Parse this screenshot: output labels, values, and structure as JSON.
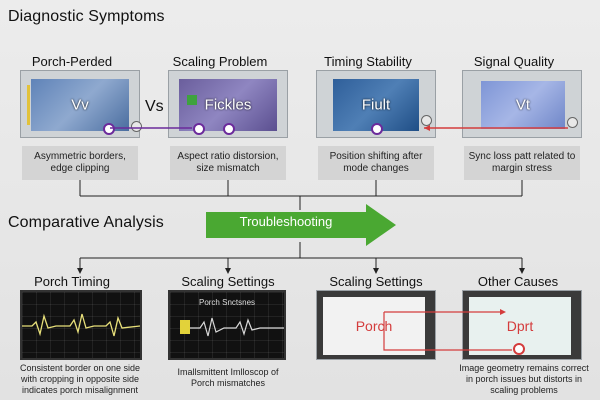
{
  "sections": {
    "diagnostic_title": "Diagnostic Symptoms",
    "comparative_title": "Comparative Analysis"
  },
  "center_banner": {
    "label": "Troubleshooting",
    "color": "#4aa832"
  },
  "top_panels": [
    {
      "title": "Porch-Perded",
      "screen_text": "Vv",
      "caption": "Asymmetric borders, edge clipping"
    },
    {
      "title": "Scaling Problem",
      "screen_text": "Fickles",
      "caption": "Aspect ratio distorsion, size mismatch"
    },
    {
      "title": "Timing Stability",
      "screen_text": "Fiult",
      "caption": "Position shifting after mode changes"
    },
    {
      "title": "Signal Quality",
      "screen_text": "Vt",
      "caption": "Sync loss patt related to margin stress"
    }
  ],
  "vs_label": "Vs",
  "bottom_panels": [
    {
      "title": "Porch Timing",
      "caption": "Consistent border on one side with cropping in opposite side indicates porch misalignment"
    },
    {
      "title": "Scaling Settings",
      "scope_label": "Porch Snctsnes",
      "caption": "Imallsmittent Imlloscop of Porch mismatches"
    },
    {
      "title": "Scaling Settings",
      "screen_text": "Porch",
      "caption": ""
    },
    {
      "title": "Other Causes",
      "screen_text": "Dprt",
      "caption": "Image geometry remains correct in porch issues but distorts in scaling problems"
    }
  ],
  "colors": {
    "connector": "#6b2a9b",
    "red_link": "#d43c3c",
    "tree_line": "#222222"
  }
}
